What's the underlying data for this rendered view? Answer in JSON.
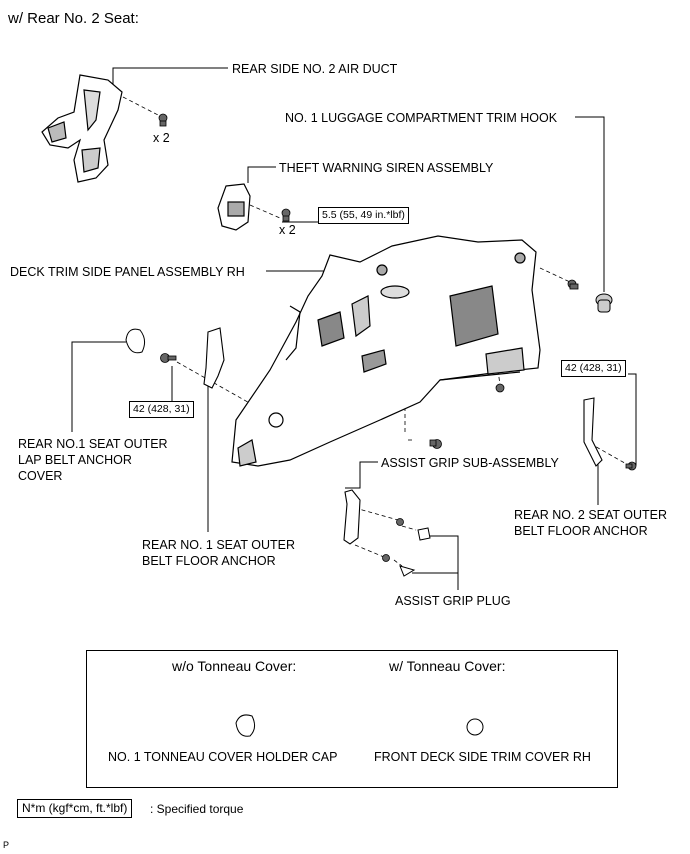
{
  "header": {
    "title": "w/ Rear No. 2 Seat:"
  },
  "labels": {
    "air_duct": "REAR SIDE NO. 2 AIR DUCT",
    "trim_hook": "NO. 1 LUGGAGE COMPARTMENT TRIM HOOK",
    "siren": "THEFT WARNING SIREN ASSEMBLY",
    "deck_trim": "DECK TRIM SIDE PANEL ASSEMBLY RH",
    "lap_cover": "REAR NO.1 SEAT OUTER LAP BELT ANCHOR COVER",
    "assist_grip": "ASSIST GRIP SUB-ASSEMBLY",
    "rear2_anchor": "REAR NO. 2 SEAT OUTER BELT FLOOR ANCHOR",
    "rear1_anchor": "REAR NO. 1 SEAT OUTER BELT FLOOR ANCHOR",
    "grip_plug": "ASSIST GRIP PLUG"
  },
  "quantities": {
    "air_duct_qty": "x 2",
    "siren_qty": "x 2"
  },
  "torques": {
    "siren_torque": "5.5 (55, 49 in.*lbf)",
    "left_torque": "42 (428, 31)",
    "right_torque": "42 (428, 31)"
  },
  "inset": {
    "left_title": "w/o Tonneau Cover:",
    "right_title": "w/ Tonneau Cover:",
    "left_part": "NO. 1 TONNEAU COVER HOLDER CAP",
    "right_part": "FRONT DECK SIDE TRIM COVER RH"
  },
  "legend": {
    "box_text": "N*m (kgf*cm, ft.*lbf)",
    "description": ": Specified torque"
  },
  "footer": {
    "code": "P"
  }
}
